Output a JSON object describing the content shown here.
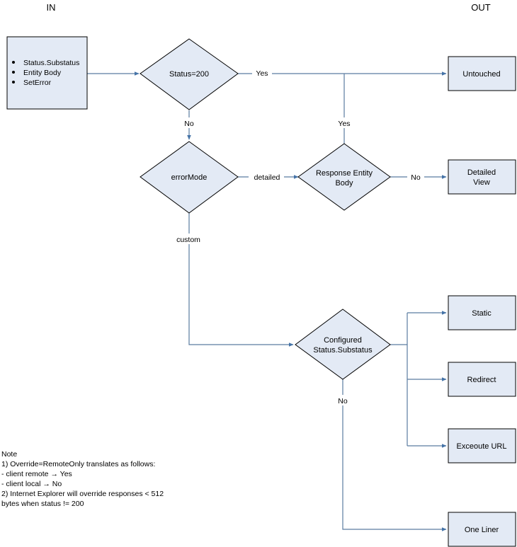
{
  "columns": {
    "in_label": "IN",
    "out_label": "OUT"
  },
  "input_node": {
    "name": "input-list",
    "items": [
      "Status.Substatus",
      "Entity Body",
      "SetError"
    ]
  },
  "decisions": [
    {
      "id": "status-200",
      "label": "Status=200"
    },
    {
      "id": "error-mode",
      "label": "errorMode"
    },
    {
      "id": "response-entity-body",
      "label_line1": "Response Entity",
      "label_line2": "Body"
    },
    {
      "id": "configured-status-substatus",
      "label_line1": "Configured",
      "label_line2": "Status.Substatus"
    }
  ],
  "outputs": [
    {
      "id": "untouched",
      "label": "Untouched"
    },
    {
      "id": "detailed-view",
      "label_line1": "Detailed",
      "label_line2": "View"
    },
    {
      "id": "static",
      "label": "Static"
    },
    {
      "id": "redirect",
      "label": "Redirect"
    },
    {
      "id": "execute-url",
      "label": "Exceoute URL"
    },
    {
      "id": "one-liner",
      "label": "One Liner"
    }
  ],
  "edge_labels": {
    "status200_yes": "Yes",
    "status200_no": "No",
    "reb_yes": "Yes",
    "reb_no": "No",
    "errormode_detailed": "detailed",
    "errormode_custom": "custom",
    "configured_no": "No"
  },
  "note": {
    "title": "Note",
    "lines": [
      "1) Override=RemoteOnly translates as follows:",
      "- client remote → Yes",
      "- client local → No",
      "2) Internet Explorer will override responses < 512",
      "bytes when status != 200"
    ]
  },
  "colors": {
    "node_fill": "#e3eaf5",
    "node_stroke": "#000000",
    "edge": "#5b7ca1",
    "arrow": "#4573a7",
    "background": "#ffffff"
  }
}
